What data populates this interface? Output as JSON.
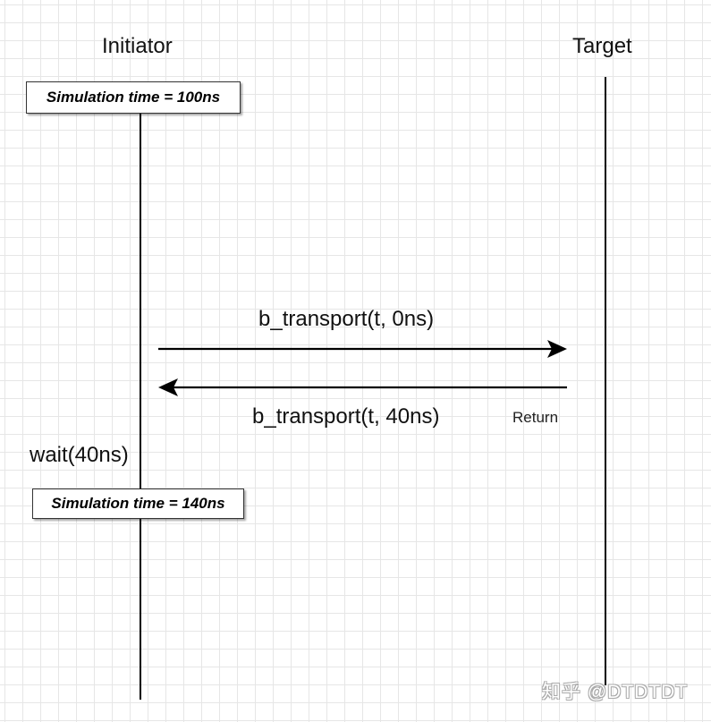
{
  "participants": {
    "initiator": "Initiator",
    "target": "Target"
  },
  "time_boxes": {
    "start": "Simulation time = 100ns",
    "end": "Simulation time = 140ns"
  },
  "messages": {
    "call_label": "b_transport(t, 0ns)",
    "return_label": "b_transport(t, 40ns)",
    "return_tag": "Return"
  },
  "wait_label": "wait(40ns)",
  "watermark": "知乎 @DTDTDT"
}
